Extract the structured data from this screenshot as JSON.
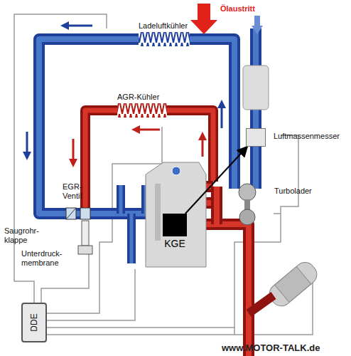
{
  "diagram": {
    "nodes": [
      {
        "text": [
          "Luftmassenmesser"
        ]
      },
      {
        "text": [
          "KGE"
        ]
      },
      {
        "text": [
          "DDE"
        ]
      }
    ],
    "edges": [
      {
        "from": 1,
        "to": 0,
        "arrow": "to"
      }
    ],
    "labels": [
      "Ölaustritt",
      "Ladeluftkühler",
      "AGR-Kühler",
      "Turbolader",
      "EGR- Ventil",
      "Saugrohr- klappe",
      "Unterdruck- membrane",
      "www.MOTOR-TALK.de"
    ]
  }
}
